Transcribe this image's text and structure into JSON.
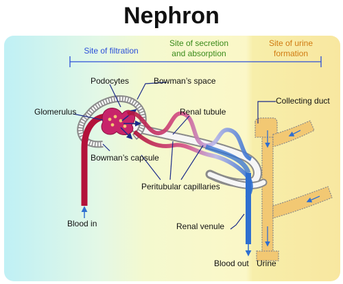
{
  "title": "Nephron",
  "zones": {
    "filtration": "Site of filtration",
    "secretion_line1": "Site of secretion",
    "secretion_line2": "and absorption",
    "urine_line1": "Site of urine",
    "urine_line2": "formation"
  },
  "labels": {
    "podocytes": "Podocytes",
    "bowmans_space": "Bowman’s space",
    "glomerulus": "Glomerulus",
    "renal_tubule": "Renal tubule",
    "collecting_duct": "Collecting duct",
    "bowmans_capsule": "Bowman’s capsule",
    "peritubular_capillaries": "Peritubular capillaries",
    "blood_in": "Blood in",
    "renal_venule": "Renal venule",
    "blood_out": "Blood out",
    "urine": "Urine"
  },
  "colors": {
    "filtration_text": "#2b4fd8",
    "secretion_text": "#3a8a1a",
    "urine_text": "#d07a10",
    "artery": "#b3123a",
    "vein": "#2f6fd0",
    "tubule": "#f2c873"
  }
}
